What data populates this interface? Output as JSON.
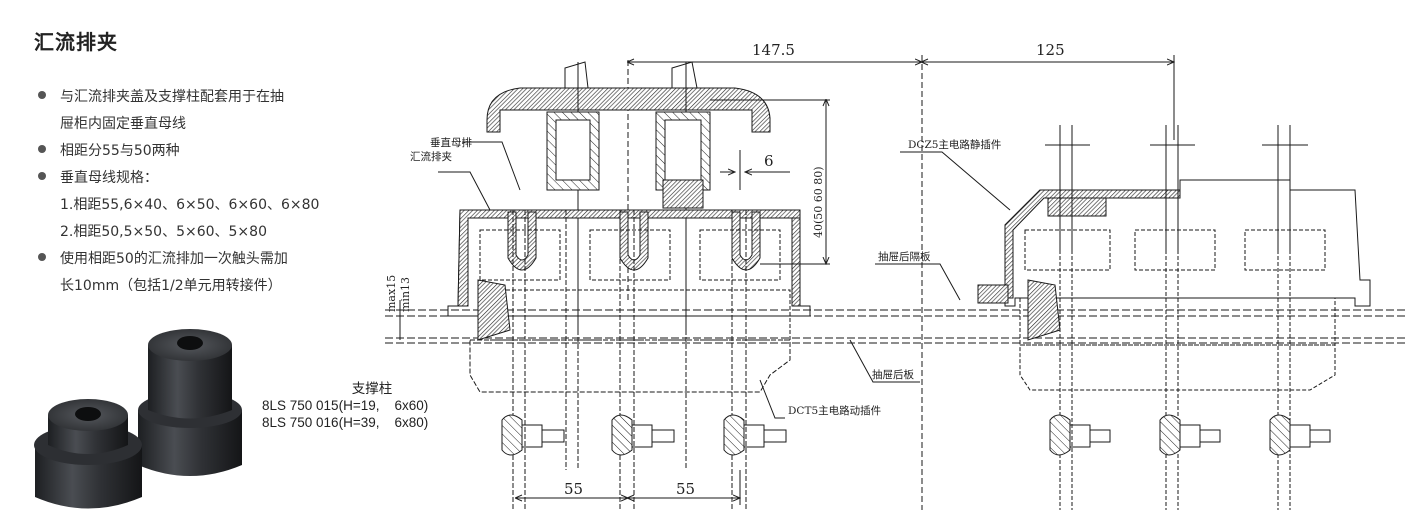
{
  "title": "汇流排夹",
  "bullets": [
    {
      "lines": [
        "与汇流排夹盖及支撑柱配套用于在抽",
        "屉柜内固定垂直母线"
      ]
    },
    {
      "lines": [
        "相距分55与50两种"
      ]
    },
    {
      "lines": [
        "垂直母线规格：",
        "1.相距55,6×40、6×50、6×60、6×80",
        "2.相距50,5×50、5×60、5×80"
      ]
    },
    {
      "lines": [
        "使用相距50的汇流排加一次触头需加",
        "长10mm（包括1/2单元用转接件）"
      ]
    }
  ],
  "support": {
    "title": "支撑柱",
    "row1": "8LS 750 015(H=19,    6x60)",
    "row2": "8LS 750 016(H=39,    6x80)"
  },
  "drawing": {
    "dim_top_left": "147.5",
    "dim_top_right": "125",
    "dim_bottom_1": "55",
    "dim_bottom_2": "55",
    "dim_6": "6",
    "dim_vertical": "40(50 60 80)",
    "dim_max": "max15",
    "dim_min": "min13",
    "label_vertical_busbar": "垂直母排",
    "label_busbar_clamp": "汇流排夹",
    "label_static_plugin": "DCZ5主电路静插件",
    "label_drawer_partition": "抽屉后隔板",
    "label_drawer_back": "抽屉后板",
    "label_moving_plugin": "DCT5主电路动插件"
  },
  "colors": {
    "line": "#1a1a1a",
    "text": "#333333",
    "rubber": "#2b2d30"
  }
}
